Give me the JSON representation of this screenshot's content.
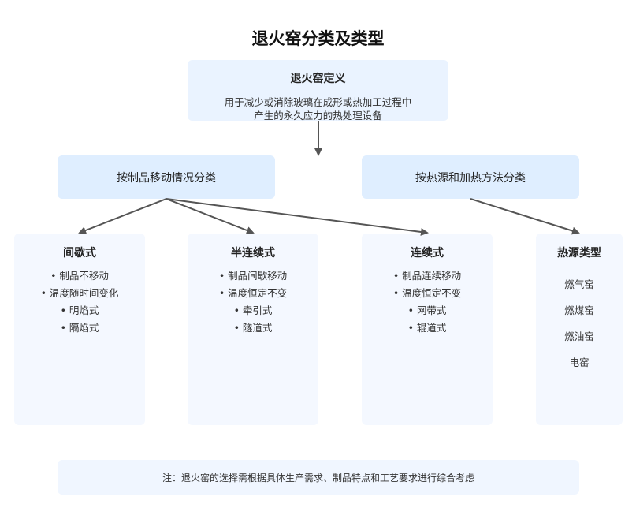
{
  "title": "退火窑分类及类型",
  "definition": {
    "title": "退火窑定义",
    "line1": "用于减少或消除玻璃在成形或热加工过程中",
    "line2": "产生的永久应力的热处理设备"
  },
  "categories": {
    "left": "按制品移动情况分类",
    "right": "按热源和加热方法分类"
  },
  "types": [
    {
      "title": "间歇式",
      "items": [
        "• 制品不移动",
        "• 温度随时间变化",
        "• 明焰式",
        "• 隔焰式"
      ]
    },
    {
      "title": "半连续式",
      "items": [
        "• 制品间歇移动",
        "• 温度恒定不变",
        "• 牵引式",
        "• 隧道式"
      ]
    },
    {
      "title": "连续式",
      "items": [
        "• 制品连续移动",
        "• 温度恒定不变",
        "• 网带式",
        "• 辊道式"
      ]
    },
    {
      "title": "热源类型",
      "items": [
        "燃气窑",
        "燃煤窑",
        "燃油窑",
        "电窑"
      ]
    }
  ],
  "note": "注：退火窑的选择需根据具体生产需求、制品特点和工艺要求进行综合考虑",
  "colors": {
    "arrow": "#555555",
    "definition_bg": "#eaf3ff",
    "category_bg": "#dfeeff",
    "type_bg": "#f4f8ff",
    "note_bg": "#f0f6ff"
  }
}
